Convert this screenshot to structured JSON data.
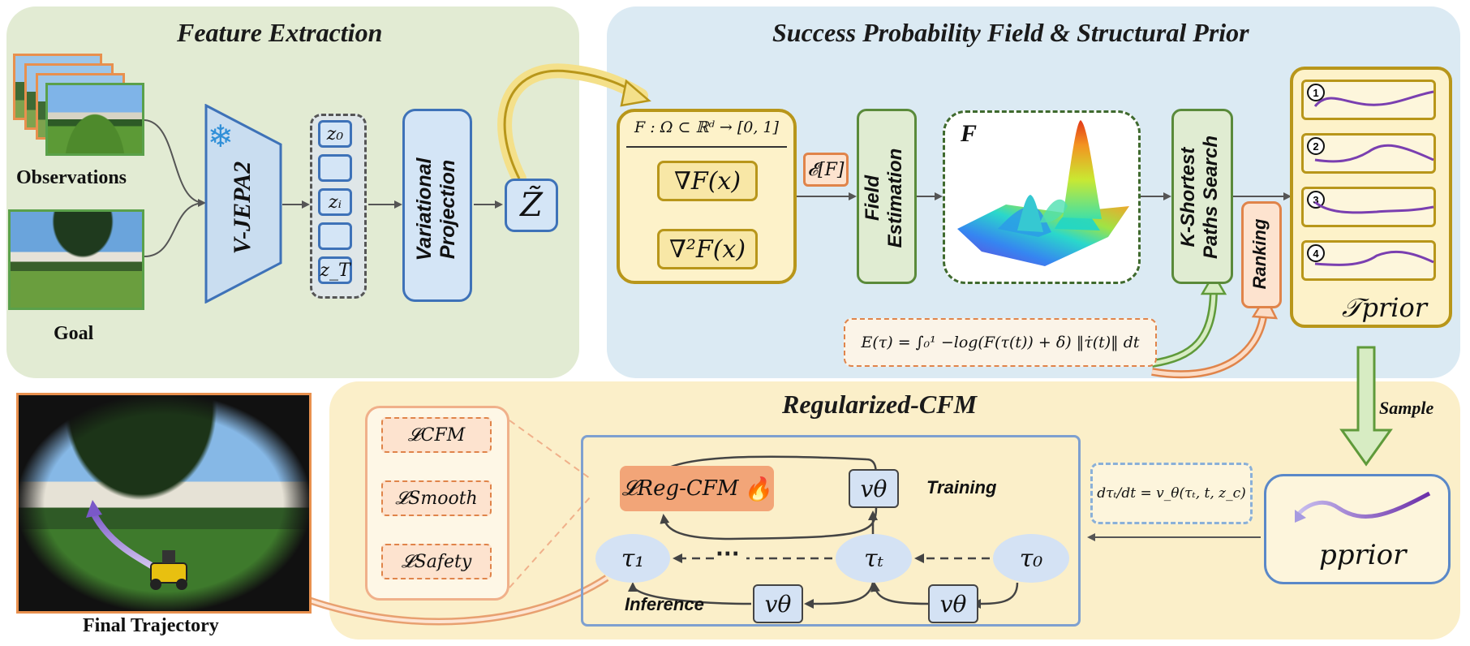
{
  "panels": {
    "feature_extraction": "Feature Extraction",
    "success_probability": "Success Probability Field & Structural Prior",
    "regularized_cfm": "Regularized-CFM"
  },
  "inputs": {
    "observations": "Observations",
    "goal": "Goal",
    "final_trajectory": "Final Trajectory"
  },
  "encoder": {
    "label": "V-JEPA2"
  },
  "latents": [
    "z₀",
    "",
    "zᵢ",
    "",
    "z_T"
  ],
  "projection": {
    "line1": "Variational",
    "line2": "Projection"
  },
  "z_tilde": "Z̃",
  "field_def": {
    "header": "F : Ω ⊂ ℝᵈ → [0, 1]",
    "grad": "∇F(x)",
    "hessian": "∇²F(x)"
  },
  "expectation": "𝓔[F]",
  "field_estimation": {
    "line1": "Field",
    "line2": "Estimation"
  },
  "surface_label": "F",
  "ksp": {
    "line1": "K-Shortest",
    "line2": "Paths Search"
  },
  "ranking": "Ranking",
  "energy": "E(τ) = ∫₀¹ −log(F(τ(t)) + δ) ‖τ̇(t)‖ dt",
  "prior_paths": [
    "1",
    "2",
    "3",
    "4"
  ],
  "prior_label": "𝒯prior",
  "sample": "Sample",
  "p_prior": "pprior",
  "ode": "dτₜ/dt = v_θ(τₜ, t, z_c)",
  "losses": [
    "𝓛CFM",
    "𝓛Smooth",
    "𝓛Safety"
  ],
  "reg_loss": "𝓛Reg-CFM",
  "nodes": {
    "v_theta": "vθ",
    "tau_1": "τ₁",
    "tau_t": "τₜ",
    "tau_0": "τ₀",
    "dots": "···"
  },
  "training_label": "Training",
  "inference_label": "Inference",
  "colors": {
    "green_panel": "#e3ecd4",
    "blue_panel": "#dcebf4",
    "yellow_panel": "#fbefc8",
    "gold": "#b8961a",
    "green_border": "#5a8a3a",
    "blue_border": "#5a88c8",
    "orange": "#e0844a",
    "purple": "#7a3fb0"
  }
}
